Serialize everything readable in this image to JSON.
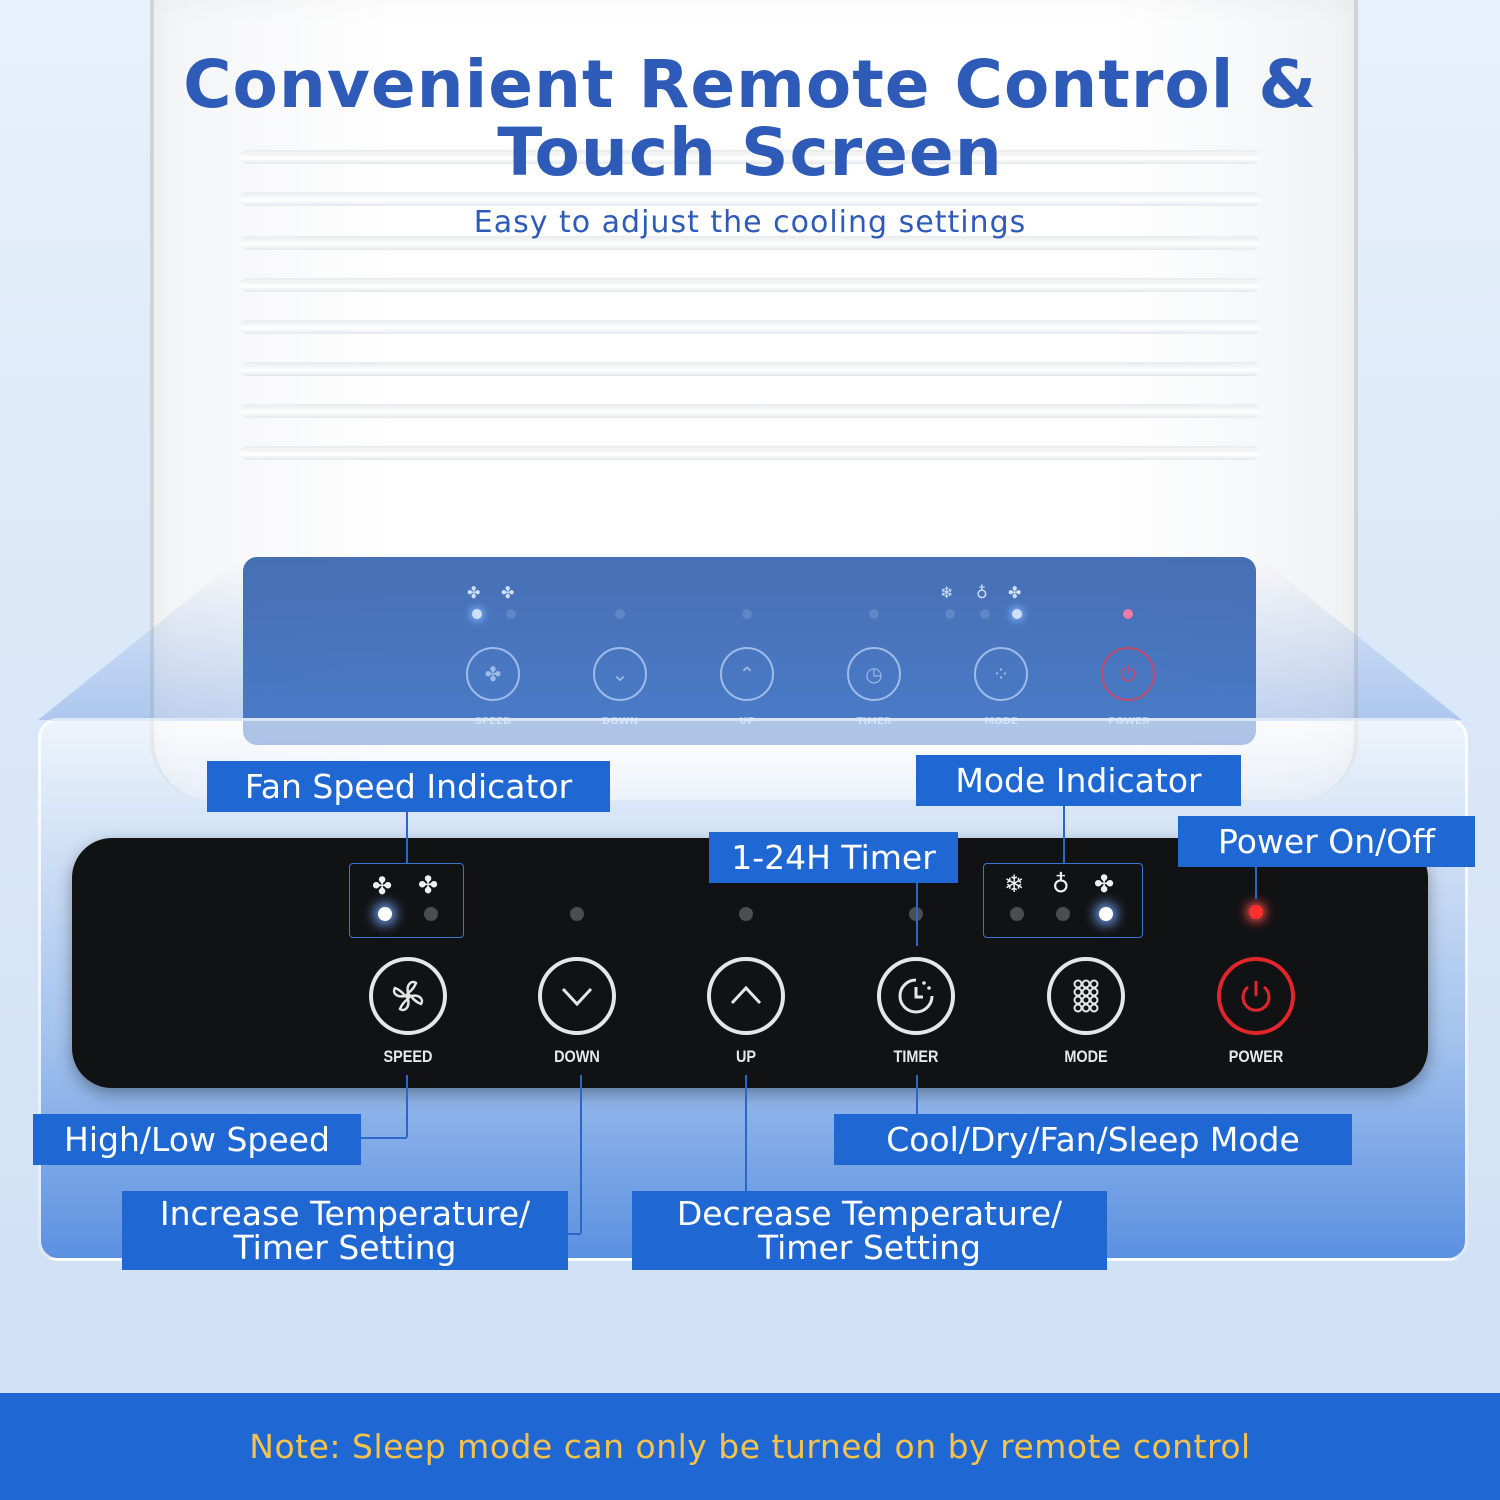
{
  "header": {
    "title_line1": "Convenient Remote Control &",
    "title_line2": "Touch Screen",
    "subtitle": "Easy to adjust the cooling settings"
  },
  "buttons": [
    {
      "id": "speed",
      "label": "SPEED",
      "icon": "fan-icon"
    },
    {
      "id": "down",
      "label": "DOWN",
      "icon": "chevron-down-icon"
    },
    {
      "id": "up",
      "label": "UP",
      "icon": "chevron-up-icon"
    },
    {
      "id": "timer",
      "label": "TIMER",
      "icon": "timer-icon"
    },
    {
      "id": "mode",
      "label": "MODE",
      "icon": "mode-grid-icon"
    },
    {
      "id": "power",
      "label": "POWER",
      "icon": "power-icon"
    }
  ],
  "callouts": {
    "fan_speed_indicator": "Fan Speed Indicator",
    "mode_indicator": "Mode Indicator",
    "timer": "1-24H Timer",
    "power": "Power On/Off",
    "high_low_speed": "High/Low Speed",
    "cool_dry_fan_sleep": "Cool/Dry/Fan/Sleep Mode",
    "increase_temp_line1": "Increase Temperature/",
    "increase_temp_line2": "Timer Setting",
    "decrease_temp_line1": "Decrease Temperature/",
    "decrease_temp_line2": "Timer Setting"
  },
  "indicators": {
    "fan_speed": {
      "icons": [
        "fan-high-icon",
        "fan-low-icon"
      ],
      "active": "high"
    },
    "mode": {
      "icons": [
        "snowflake-icon",
        "droplet-icon",
        "fan-icon"
      ],
      "active": "fan"
    }
  },
  "colors": {
    "title": "#2e5bb8",
    "callout_bg": "#1f67d3",
    "note_text": "#f5c24b",
    "power_red": "#e0262b"
  },
  "note": "Note: Sleep mode can only be turned on by remote control"
}
